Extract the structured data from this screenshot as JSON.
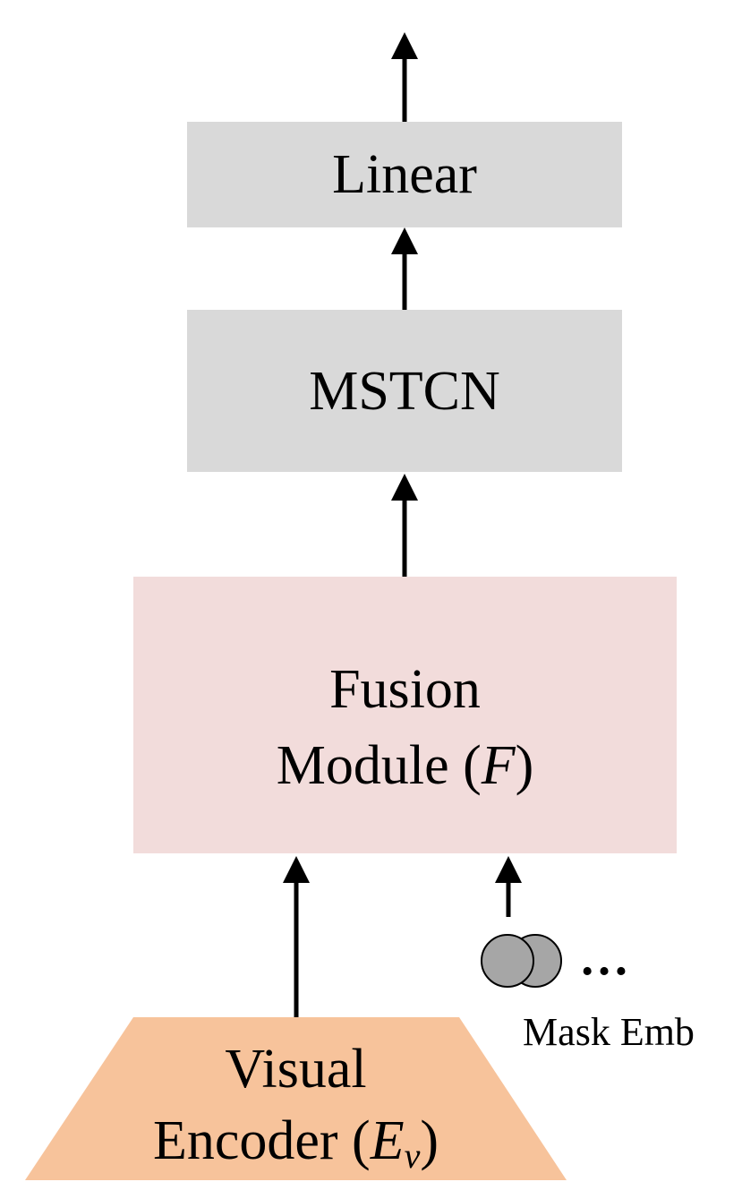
{
  "blocks": {
    "linear": "Linear",
    "mstcn": "MSTCN",
    "fusion": {
      "line1": "Fusion",
      "line2_prefix": "Module (",
      "symbol": "F",
      "line2_suffix": ")"
    },
    "visual_encoder": {
      "line1": "Visual",
      "line2_prefix": "Encoder (",
      "symbol": "E",
      "subscript": "v",
      "line2_suffix": ")"
    }
  },
  "mask": {
    "ellipsis": "…",
    "label": "Mask Emb"
  },
  "colors": {
    "gray_block": "#d9d9d9",
    "fusion_block": "#f2dcdb",
    "encoder_block": "#f7c39b",
    "mask_circle": "#a6a6a6",
    "arrow": "#000000"
  }
}
